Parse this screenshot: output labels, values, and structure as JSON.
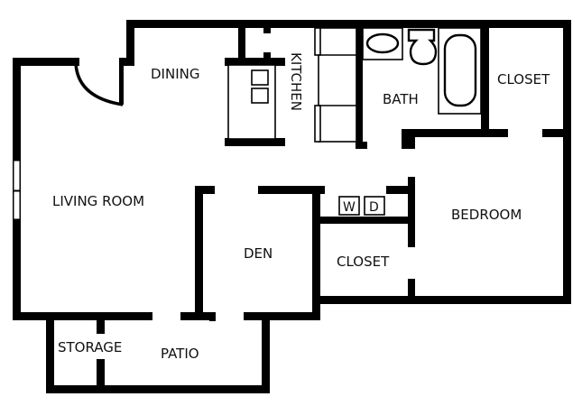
{
  "colors": {
    "wall": "#000000",
    "background": "#ffffff",
    "text": "#111111"
  },
  "rooms": {
    "dining": "DINING",
    "kitchen": "KITCHEN",
    "bath": "BATH",
    "closet_master": "CLOSET",
    "living_room": "LIVING ROOM",
    "den": "DEN",
    "bedroom": "BEDROOM",
    "closet_bedroom": "CLOSET",
    "storage": "STORAGE",
    "patio": "PATIO"
  },
  "appliances": {
    "washer": "W",
    "dryer": "D"
  }
}
